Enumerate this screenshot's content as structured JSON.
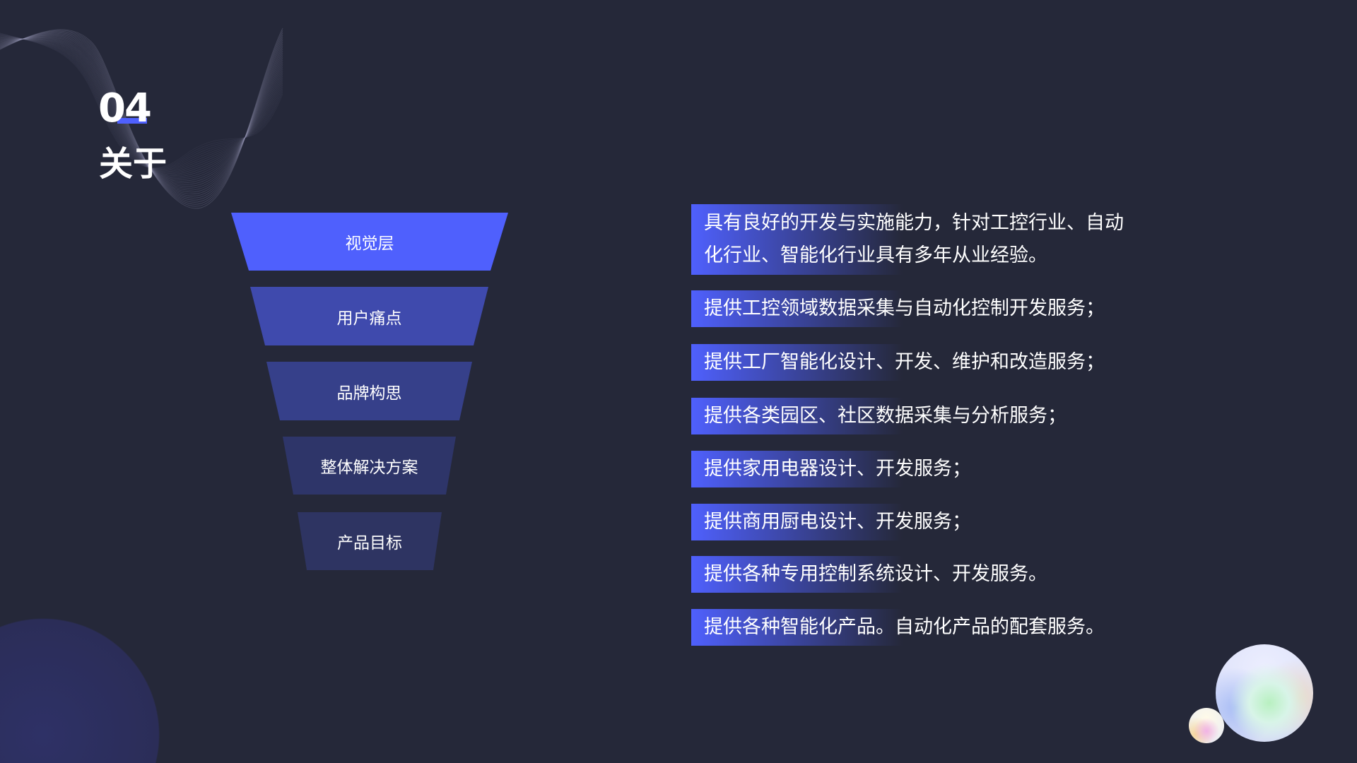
{
  "section": {
    "number": "04",
    "title": "关于"
  },
  "funnel": {
    "layers": [
      {
        "label": "视觉层",
        "color": "#4f60fd"
      },
      {
        "label": "用户痛点",
        "color": "#3f4aad"
      },
      {
        "label": "品牌构思",
        "color": "#36408a"
      },
      {
        "label": "整体解决方案",
        "color": "#2e3569"
      },
      {
        "label": "产品目标",
        "color": "#2e3462"
      }
    ]
  },
  "services": [
    "具有良好的开发与实施能力，针对工控行业、自动化行业、智能化行业具有多年从业经验。",
    "提供工控领域数据采集与自动化控制开发服务；",
    "提供工厂智能化设计、开发、维护和改造服务；",
    "提供各类园区、社区数据采集与分析服务；",
    "提供家用电器设计、开发服务；",
    "提供商用厨电设计、开发服务；",
    "提供各种专用控制系统设计、开发服务。",
    "提供各种智能化产品。自动化产品的配套服务。"
  ],
  "services_first_lines": [
    "具有良好的开发与实施能力，针对工控行业、自动",
    "化行业、智能化行业具有多年从业经验。"
  ]
}
